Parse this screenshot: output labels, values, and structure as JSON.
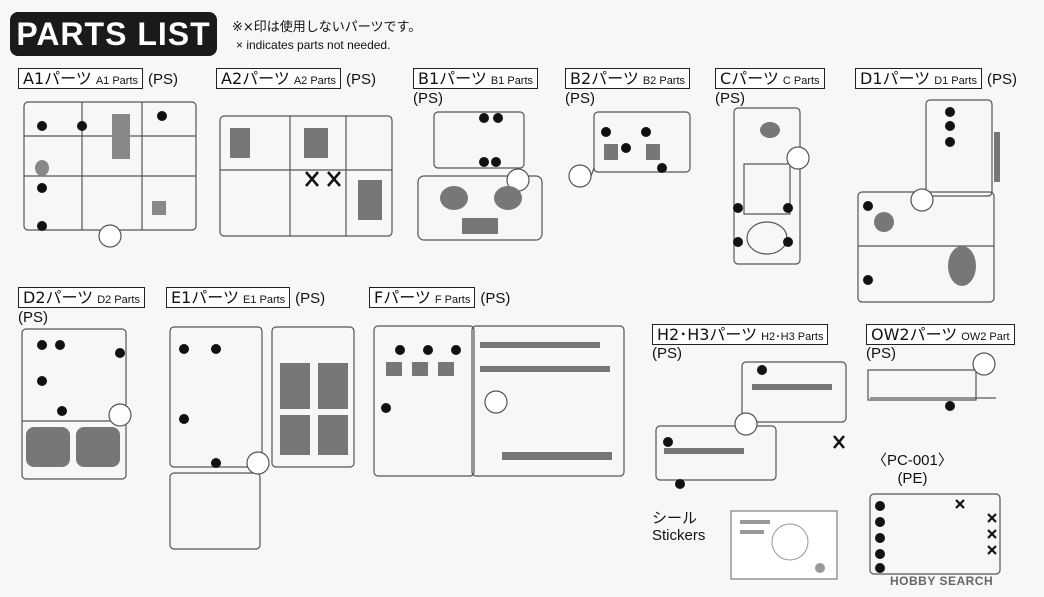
{
  "header": {
    "title": "PARTS LIST",
    "note_jp": "※×印は使用しないパーツです。",
    "note_en": "× indicates parts not needed."
  },
  "runners": [
    {
      "id": "A1",
      "main": "A1パーツ",
      "sub": "A1 Parts",
      "material": "(PS)"
    },
    {
      "id": "A2",
      "main": "A2パーツ",
      "sub": "A2 Parts",
      "material": "(PS)"
    },
    {
      "id": "B1",
      "main": "B1パーツ",
      "sub": "B1 Parts",
      "material": "(PS)"
    },
    {
      "id": "B2",
      "main": "B2パーツ",
      "sub": "B2 Parts",
      "material": "(PS)"
    },
    {
      "id": "C",
      "main": "Cパーツ",
      "sub": "C Parts",
      "material": "(PS)"
    },
    {
      "id": "D1",
      "main": "D1パーツ",
      "sub": "D1 Parts",
      "material": "(PS)"
    },
    {
      "id": "D2",
      "main": "D2パーツ",
      "sub": "D2 Parts",
      "material": "(PS)"
    },
    {
      "id": "E1",
      "main": "E1パーツ",
      "sub": "E1 Parts",
      "material": "(PS)"
    },
    {
      "id": "F",
      "main": "Fパーツ",
      "sub": "F Parts",
      "material": "(PS)"
    },
    {
      "id": "H2H3",
      "main": "H2･H3パーツ",
      "sub": "H2･H3 Parts",
      "material": "(PS)"
    },
    {
      "id": "OW2",
      "main": "OW2パーツ",
      "sub": "OW2 Part",
      "material": "(PS)"
    }
  ],
  "stickers": {
    "jp": "シール",
    "en": "Stickers"
  },
  "pe": {
    "title": "〈PC-001〉",
    "material": "(PE)"
  },
  "watermark": "HOBBY SEARCH"
}
